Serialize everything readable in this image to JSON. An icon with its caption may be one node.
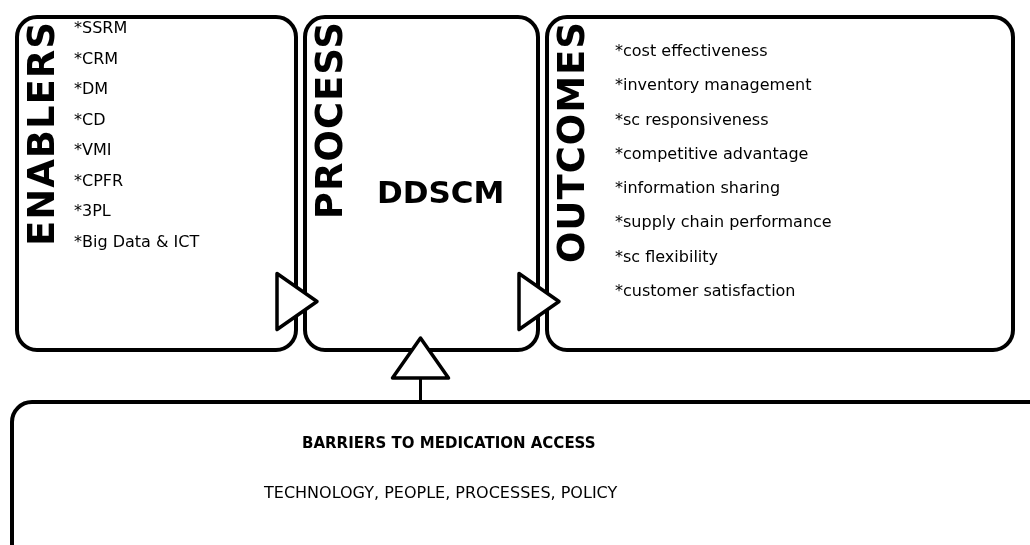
{
  "diagram": {
    "nodes": [
      {
        "text": [
          "ENABLERS",
          "*SSRM",
          "*CRM",
          "*DM",
          "*CD",
          "*VMI",
          "*CPFR",
          "*3PL",
          "*Big Data & ICT"
        ]
      },
      {
        "text": [
          "PROCESS",
          "DDSCM"
        ]
      },
      {
        "text": [
          "OUTCOMES",
          "*cost effectiveness",
          "*inventory management",
          "*sc responsiveness",
          "*competitive advantage",
          "*information sharing",
          "*supply chain performance",
          "*sc flexibility",
          "*customer satisfaction"
        ]
      },
      {
        "text": [
          "BARRIERS TO MEDICATION ACCESS",
          "TECHNOLOGY, PEOPLE, PROCESSES, POLICY"
        ]
      }
    ],
    "edges": [
      {
        "from": 0,
        "to": 1,
        "arrow": "to"
      },
      {
        "from": 1,
        "to": 2,
        "arrow": "to"
      },
      {
        "from": 3,
        "to": 1,
        "arrow": "to"
      }
    ]
  }
}
